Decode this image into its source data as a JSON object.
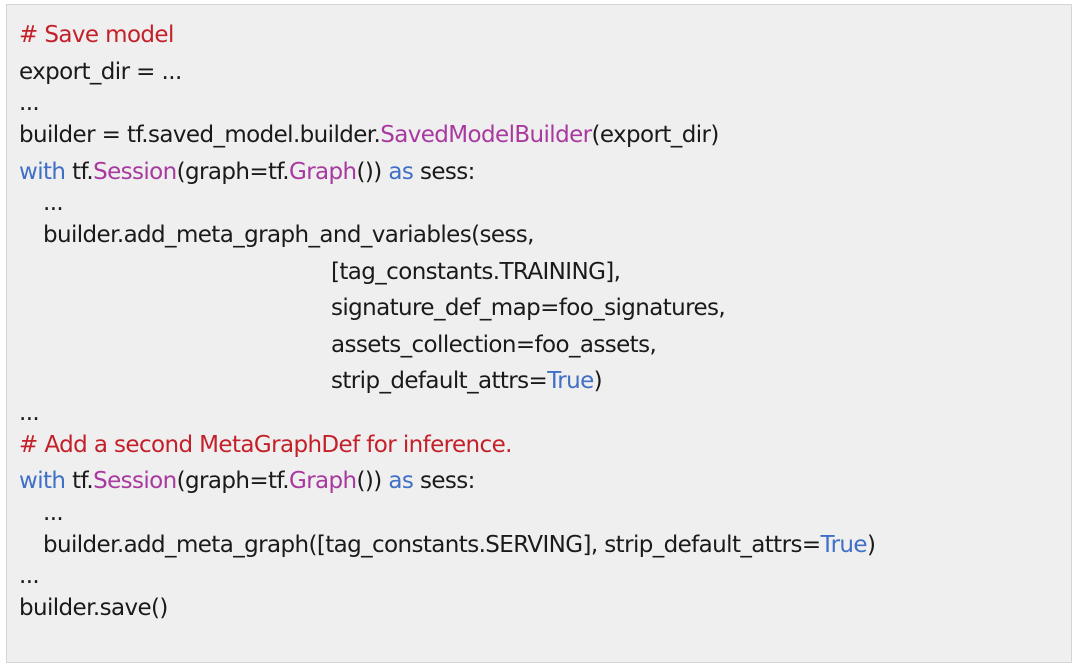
{
  "code": {
    "comment_save_model": "# Save model",
    "export_dir_line": "export_dir = ...",
    "ellipsis": "...",
    "builder_assign": "builder = tf.saved_model.builder.",
    "saved_model_builder_class": "SavedModelBuilder",
    "builder_args": "(export_dir)",
    "with_kw": "with",
    "tf_prefix": " tf.",
    "session_fn": "Session",
    "graph_arg": "(graph=tf.",
    "graph_fn": "Graph",
    "graph_close": "())",
    "as_kw": " as",
    "sess_colon": " sess:",
    "add_meta_graph_and_vars_call": "builder.add_meta_graph_and_variables(sess,",
    "tag_training": "[tag_constants.TRAINING],",
    "signature_def_map": "signature_def_map=foo_signatures,",
    "assets_collection": "assets_collection=foo_assets,",
    "strip_default_attrs_prefix": "strip_default_attrs=",
    "true_literal": "True",
    "close_paren": ")",
    "comment_second_metagraph": "# Add a second MetaGraphDef for inference.",
    "add_meta_graph_call": "builder.add_meta_graph([tag_constants.SERVING], strip_default_attrs=",
    "builder_save": "builder.save()"
  }
}
